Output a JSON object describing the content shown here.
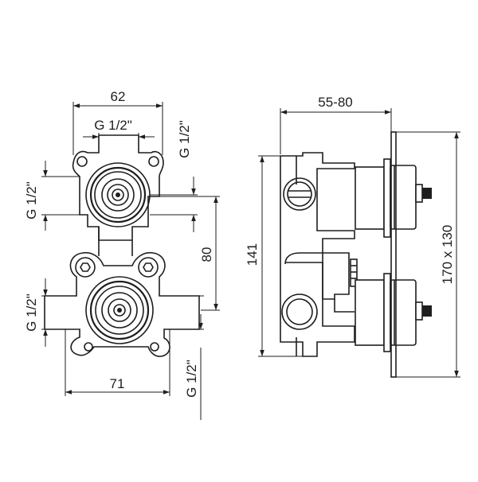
{
  "dimensions": {
    "front_top_width": "62",
    "front_top_port": "G 1/2\"",
    "front_top_right_port": "G 1/2\"",
    "front_left_upper_port": "G 1/2\"",
    "front_center_distance": "80",
    "front_left_lower_port": "G 1/2\"",
    "front_bottom_width": "71",
    "front_bottom_right_port": "G 1/2\"",
    "side_depth": "55-80",
    "side_height": "141",
    "side_plate": "170 x 130"
  }
}
